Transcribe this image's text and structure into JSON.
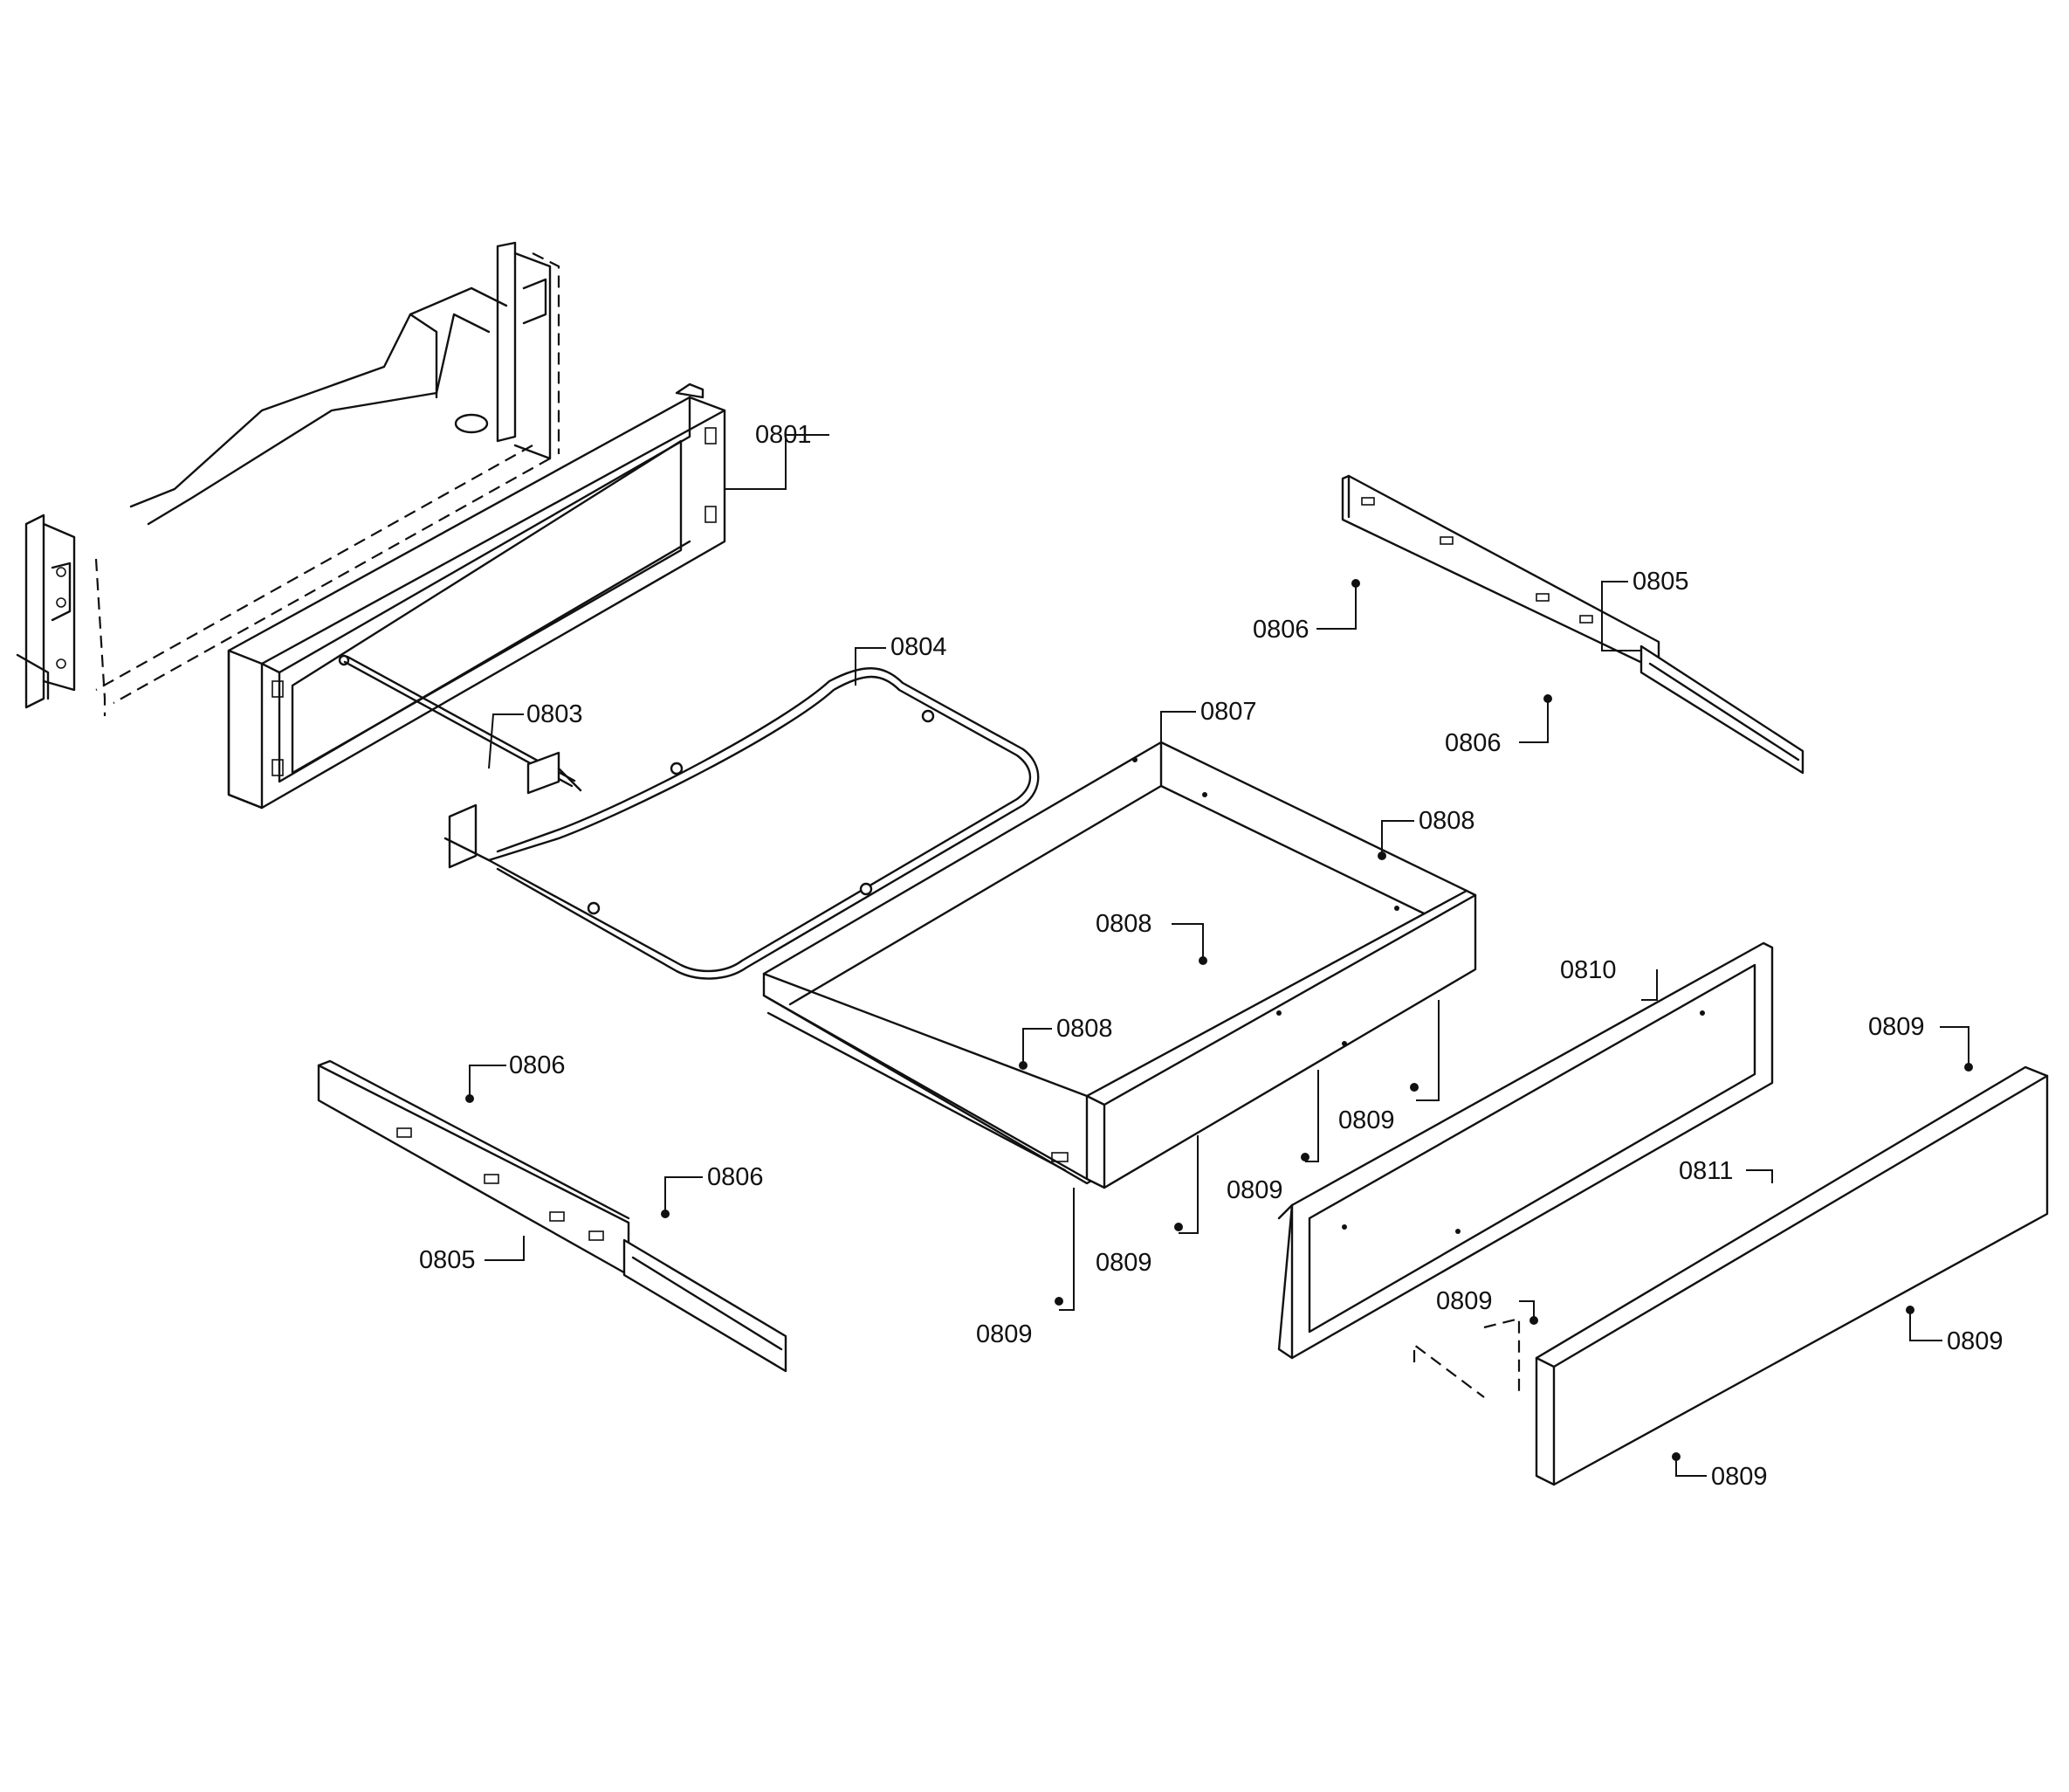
{
  "callouts": {
    "c0801": "0801",
    "c0803": "0803",
    "c0804": "0804",
    "c0805_right": "0805",
    "c0805_left": "0805",
    "c0806_r1": "0806",
    "c0806_r2": "0806",
    "c0806_l1": "0806",
    "c0806_l2": "0806",
    "c0807": "0807",
    "c0808_a": "0808",
    "c0808_b": "0808",
    "c0808_c": "0808",
    "c0809_1": "0809",
    "c0809_2": "0809",
    "c0809_3": "0809",
    "c0809_4": "0809",
    "c0809_5": "0809",
    "c0809_6": "0809",
    "c0809_7": "0809",
    "c0809_8": "0809",
    "c0810": "0810",
    "c0811": "0811"
  }
}
